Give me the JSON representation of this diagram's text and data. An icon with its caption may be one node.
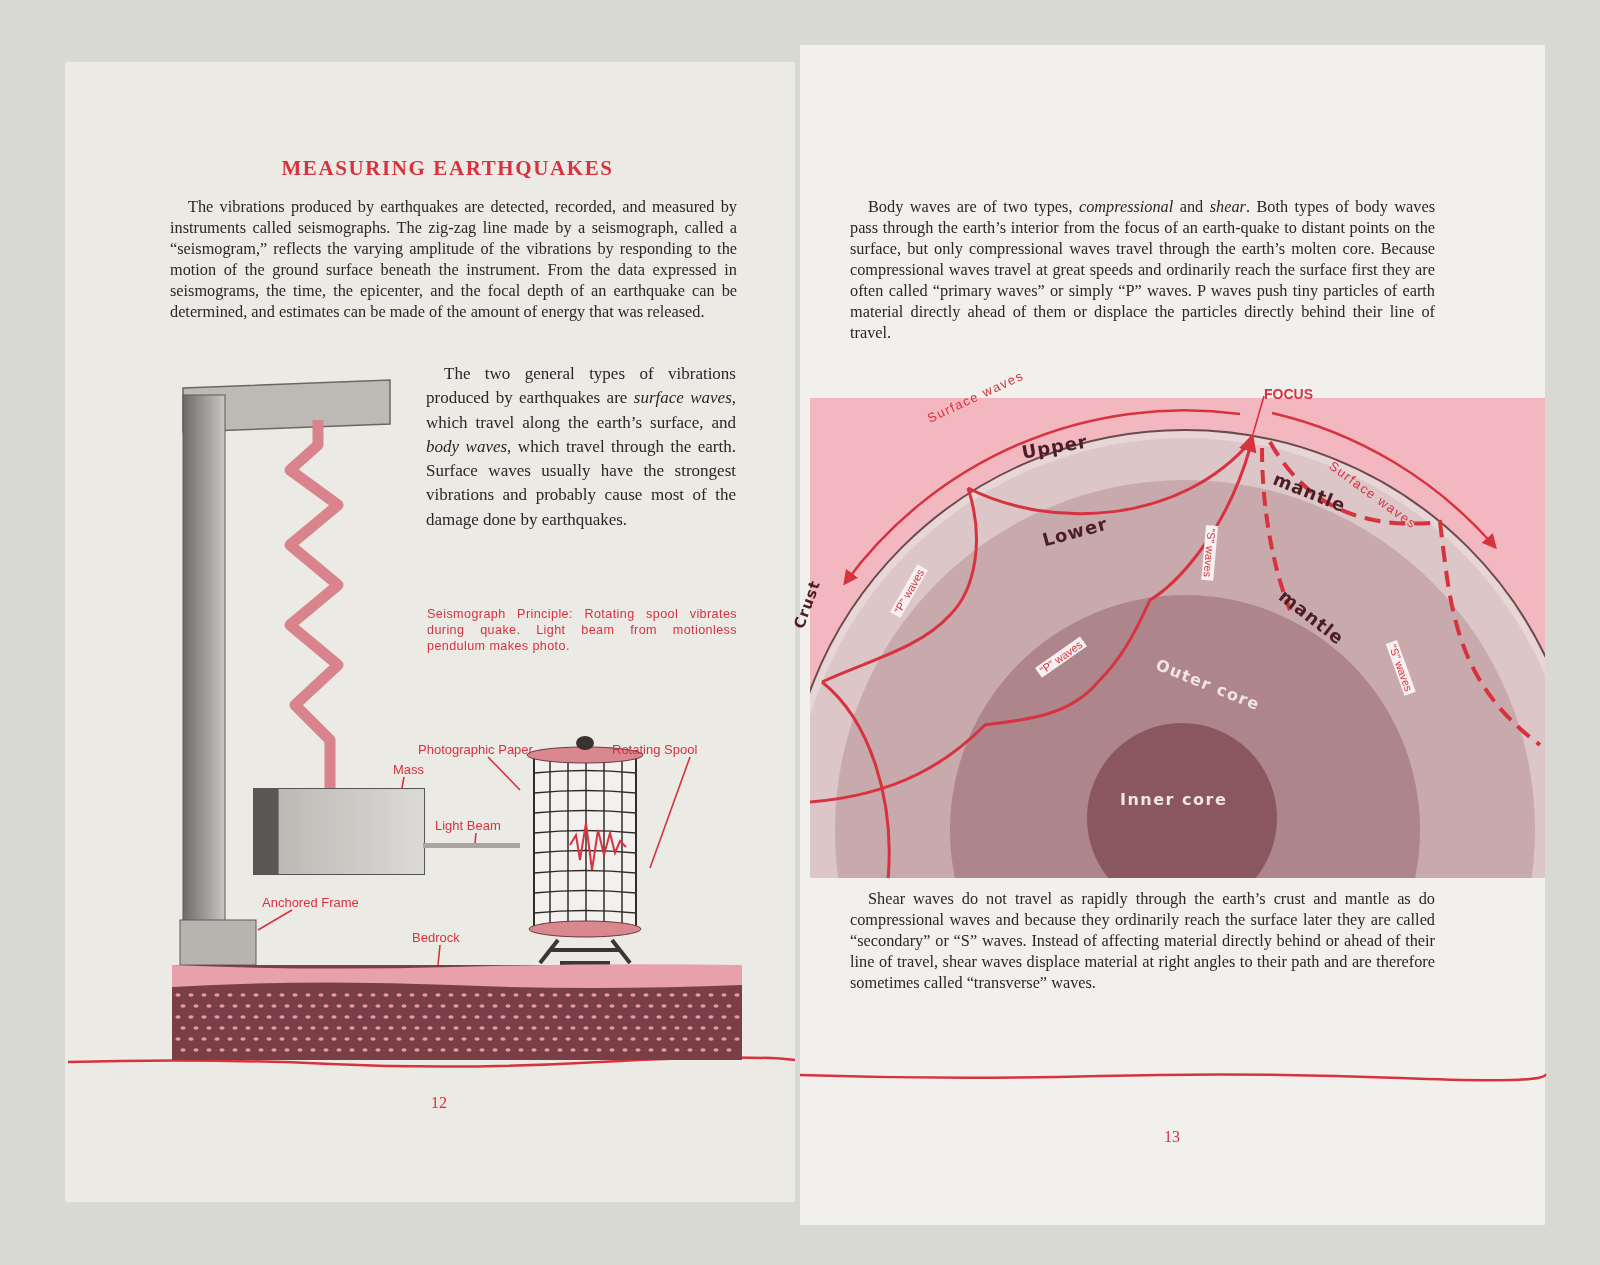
{
  "diagram": {
    "title": "MEASURING EARTHQUAKES",
    "caption": "Seismograph Principle: Rotating spool vibrates during quake. Light beam from motionless pendulum makes photo.",
    "nodes": [
      {
        "text": [
          "Mass"
        ]
      },
      {
        "text": [],
        "shape": "box"
      },
      {
        "text": [
          "Light Beam"
        ]
      },
      {
        "text": [],
        "shape": "bar"
      },
      {
        "text": [
          "Photographic Paper"
        ]
      },
      {
        "text": [
          "Rotating Spool"
        ]
      },
      {
        "text": [],
        "shape": "cylinder"
      },
      {
        "text": [
          "Anchored Frame"
        ]
      },
      {
        "text": [],
        "shape": "picture"
      },
      {
        "text": [
          "Bedrock"
        ]
      },
      {
        "text": [],
        "shape": "picture"
      },
      {
        "text": [
          "FOCUS"
        ]
      }
    ],
    "edges": [
      {
        "from": 0,
        "to": 1,
        "arrow": "none"
      },
      {
        "from": 2,
        "to": 3,
        "arrow": "none"
      },
      {
        "from": 4,
        "to": 6,
        "arrow": "none"
      },
      {
        "from": 5,
        "to": 6,
        "arrow": "none"
      },
      {
        "from": 7,
        "to": 8,
        "arrow": "none"
      },
      {
        "from": 9,
        "to": 10,
        "arrow": "none"
      },
      {
        "from": 11,
        "to": null,
        "arrow": "none"
      }
    ],
    "labels": [
      "The vibrations produced by earthquakes are detected, recorded, and measured by instruments called seismographs.  The zig-zag line made by a seismograph, called a “seismogram,” reflects the varying amplitude of the vibrations by responding to the motion of the ground surface beneath the instrument.  From the data expressed in seismograms, the time, the epicenter, and the focal depth of an earthquake can be determined, and estimates can be made of the amount of energy that was released.",
      "The two general types of vibrations produced by earthquakes are *surface waves*, which travel along the earth’s surface, and *body waves*, which travel through the earth.  Surface waves usually have the strongest vibrations and probably cause most of the damage done by earthquakes.",
      "Body waves are of two types, *compressional* and *shear*.  Both types of body waves pass through the earth’s interior from the focus of an earth-quake to distant points on the surface, but only compressional waves travel through the earth’s molten core.  Because compressional waves travel at great speeds and ordinarily reach the surface first they are often called “primary waves” or simply “P” waves.  P waves push tiny particles of earth material directly ahead of them or displace the particles directly behind their line of travel.",
      "Surface waves",
      "Surface waves",
      "Upper",
      "mantle",
      "Lower",
      "mantle",
      "Crust",
      "“P” waves",
      "“P” waves",
      "“S” waves",
      "“S” waves",
      "Outer core",
      "Inner core",
      "Shear waves do not travel as rapidly through the earth’s crust and mantle as do compressional waves and because they ordinarily reach the surface later they are called “secondary” or “S” waves.  Instead of affecting material directly behind or ahead of their line of travel, shear waves displace material at right angles to their path and are therefore sometimes called “transverse” waves.",
      "12",
      "13"
    ]
  }
}
